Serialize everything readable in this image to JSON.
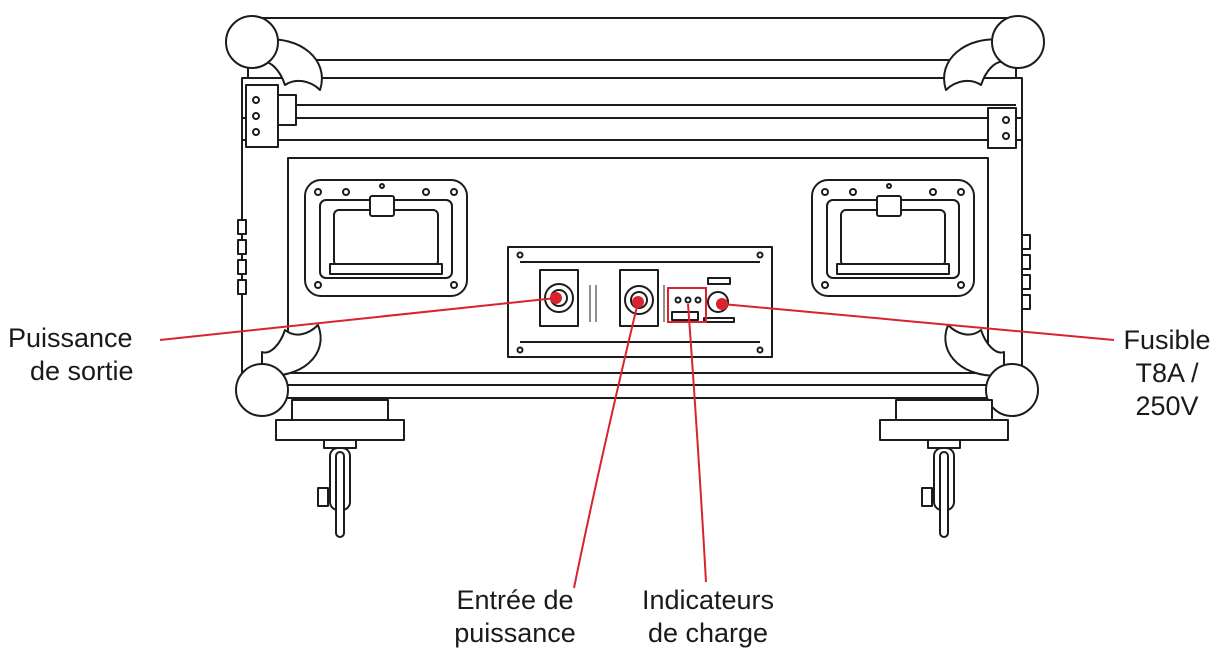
{
  "colors": {
    "leader": "#d9232d",
    "outline": "#1c1c1c",
    "fill": "#ffffff"
  },
  "labels": {
    "output_power": {
      "line1": "Puissance",
      "line2": "de sortie"
    },
    "fuse": {
      "line1": "Fusible",
      "line2": "T8A /",
      "line3": "250V"
    },
    "input_power": {
      "line1": "Entrée de",
      "line2": "puissance"
    },
    "charge_indicators": {
      "line1": "Indicateurs",
      "line2": "de charge"
    }
  }
}
